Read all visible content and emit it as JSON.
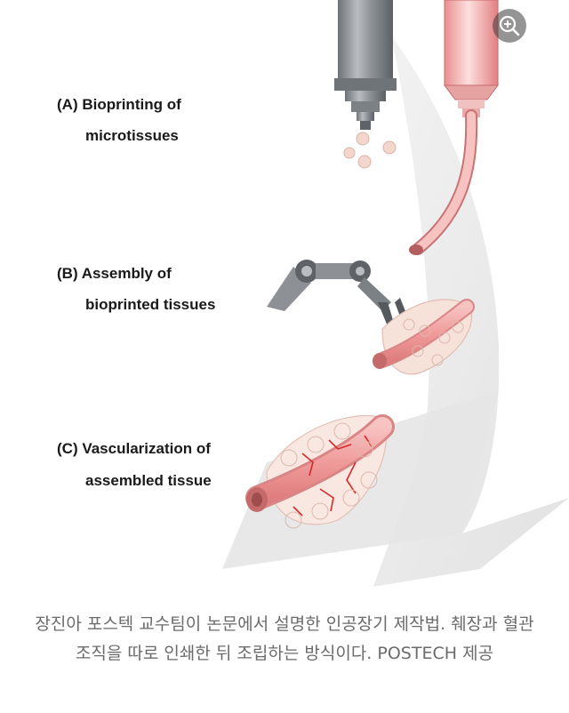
{
  "figure": {
    "steps": [
      {
        "line1": "(A) Bioprinting of",
        "line2": "microtissues"
      },
      {
        "line1": "(B) Assembly of",
        "line2": "bioprinted tissues"
      },
      {
        "line1": "(C) Vascularization of",
        "line2": "assembled tissue"
      }
    ]
  },
  "caption": {
    "text": "장진아 포스텍 교수팀이 논문에서 설명한 인공장기 제작법. 췌장과 혈관 조직을 따로 인쇄한 뒤 조립하는 방식이다. POSTECH 제공"
  },
  "colors": {
    "arrow": "#e8e8e8",
    "nozzle_gray": "#8a8f94",
    "vessel_pink": "#f2aaa8",
    "tissue_cream": "#f7e6df",
    "vascular_red": "#d42a2a",
    "caption_text": "#6b6b6b"
  },
  "icons": {
    "zoom": "zoom-in-icon"
  }
}
